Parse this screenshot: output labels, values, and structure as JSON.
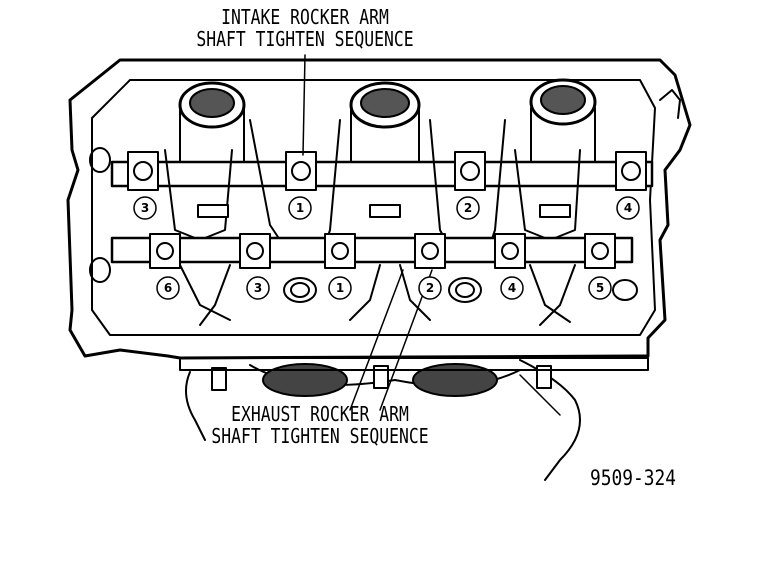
{
  "labels": {
    "intake_line1": "INTAKE ROCKER ARM",
    "intake_line2": "SHAFT TIGHTEN SEQUENCE",
    "exhaust_line1": "EXHAUST ROCKER ARM",
    "exhaust_line2": "SHAFT TIGHTEN SEQUENCE",
    "figure_number": "9509-324"
  },
  "intake_sequence": [
    "3",
    "1",
    "2",
    "4"
  ],
  "exhaust_sequence": [
    "6",
    "3",
    "1",
    "2",
    "4",
    "5"
  ],
  "colors": {
    "ink": "#000000",
    "paper": "#ffffff"
  }
}
